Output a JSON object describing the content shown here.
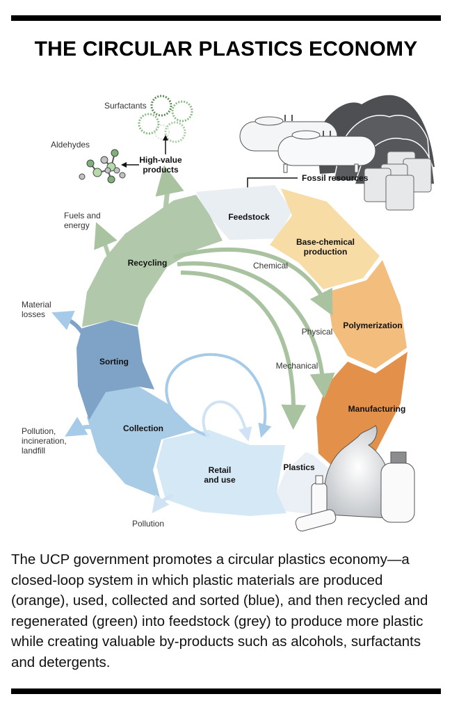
{
  "title": "THE CIRCULAR PLASTICS ECONOMY",
  "colors": {
    "rule": "#000000",
    "feedstock_grey": "#e9eef3",
    "base_chemical_orange": "#f8dca6",
    "polymerization_orange": "#f2bd7d",
    "manufacturing_orange": "#e3904a",
    "plastics_grey": "#eaf0f5",
    "retail_blue": "#d5e8f6",
    "collection_blue": "#a8cbe6",
    "sorting_blue": "#7ea3c6",
    "recycling_green": "#b1c9aa",
    "loop_arrow_blue": "#a6cbe9",
    "green_arrow": "#a9c3a1"
  },
  "cycle_stages": [
    {
      "id": "feedstock",
      "label": "Feedstock",
      "group": "grey"
    },
    {
      "id": "base-chemical",
      "label_line1": "Base-chemical",
      "label_line2": "production",
      "group": "orange"
    },
    {
      "id": "polymerization",
      "label": "Polymerization",
      "group": "orange"
    },
    {
      "id": "manufacturing",
      "label": "Manufacturing",
      "group": "orange"
    },
    {
      "id": "plastics",
      "label": "Plastics",
      "group": "grey"
    },
    {
      "id": "retail",
      "label_line1": "Retail",
      "label_line2": "and use",
      "group": "blue"
    },
    {
      "id": "collection",
      "label": "Collection",
      "group": "blue"
    },
    {
      "id": "sorting",
      "label": "Sorting",
      "group": "blue"
    },
    {
      "id": "recycling",
      "label": "Recycling",
      "group": "green"
    }
  ],
  "recycling_paths": {
    "chemical": "Chemical",
    "physical": "Physical",
    "mechanical": "Mechanical"
  },
  "outputs": {
    "high_value_line1": "High-value",
    "high_value_line2": "products",
    "surfactants": "Surfactants",
    "aldehydes": "Aldehydes",
    "fuels_line1": "Fuels and",
    "fuels_line2": "energy",
    "material_losses_line1": "Material",
    "material_losses_line2": "losses",
    "pollution_incineration_line1": "Pollution,",
    "pollution_incineration_line2": "incineration,",
    "pollution_incineration_line3": "landfill",
    "pollution": "Pollution"
  },
  "inputs": {
    "fossil_resources": "Fossil resources"
  },
  "caption": "The UCP government promotes a circular plastics economy—a closed-loop system in which plastic materials are produced (orange), used, collected and sorted (blue), and then recycled and regenerated (green) into feedstock (grey) to produce more plastic while creating valuable by-products such as alcohols, surfactants and detergents."
}
